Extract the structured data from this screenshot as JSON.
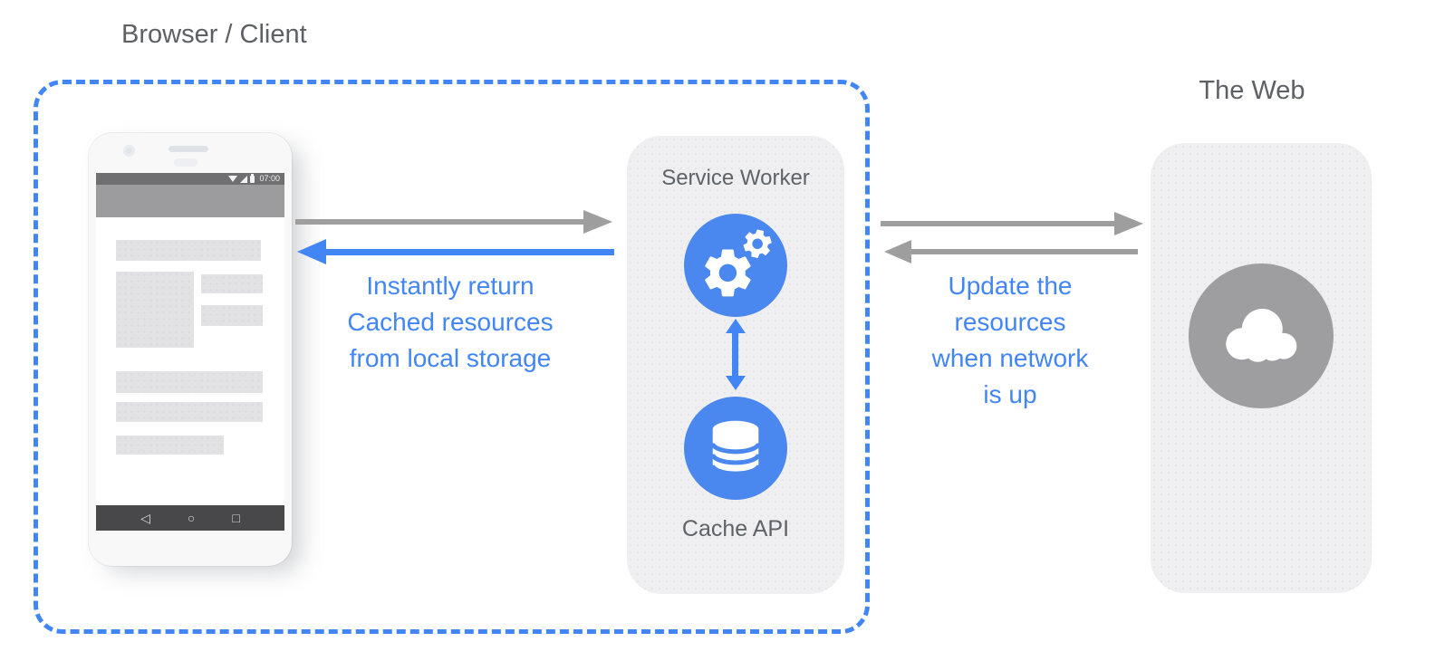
{
  "labels": {
    "browser_client": "Browser / Client",
    "the_web": "The Web"
  },
  "service_worker": {
    "title": "Service Worker",
    "cache_label": "Cache API"
  },
  "annotations": {
    "left": {
      "lines": [
        "Instantly return",
        "Cached resources",
        "from local storage"
      ]
    },
    "right": {
      "lines": [
        "Update the",
        "resources",
        "when network",
        "is up"
      ]
    }
  },
  "phone": {
    "status_time": "07:00",
    "nav_icons": {
      "back": "◁",
      "home": "○",
      "recents": "□"
    }
  },
  "icons": {
    "gears": "gears-icon",
    "database": "database-icon",
    "cloud": "cloud-icon",
    "wifi": "wifi-icon",
    "signal": "signal-icon",
    "battery": "battery-icon"
  },
  "colors": {
    "accent_blue": "#4285f4",
    "circle_blue": "#4a87ee",
    "arrow_gray": "#9e9e9e",
    "text_gray": "#5f6368",
    "panel_gray": "#efeff1",
    "web_circle_gray": "#9e9ea1",
    "boundary_dash_blue": "#4285f4"
  }
}
